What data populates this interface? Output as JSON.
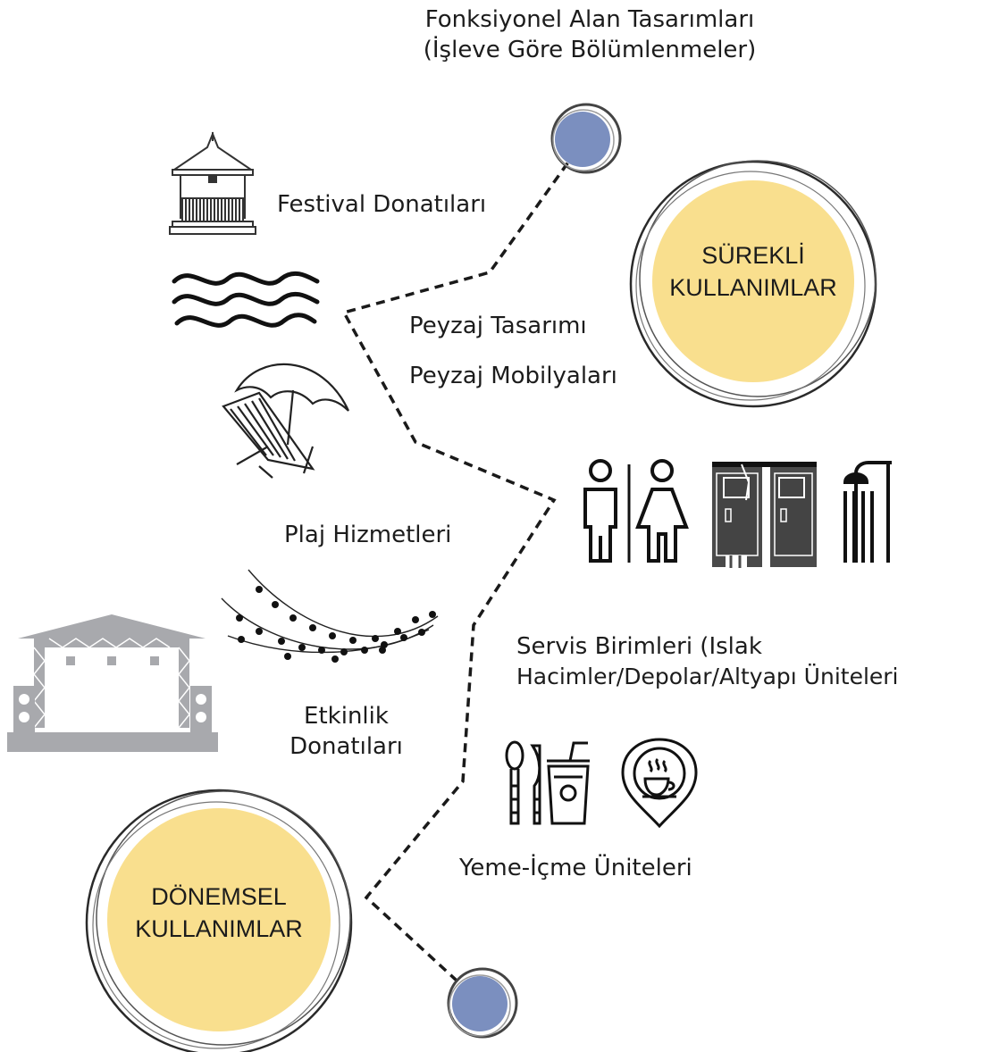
{
  "title": {
    "line1": "Fonksiyonel Alan Tasarımları",
    "line2": "(İşleve Göre Bölümlenmeler)"
  },
  "circles": {
    "continuous": {
      "line1": "SÜREKLİ",
      "line2": "KULLANIMLAR"
    },
    "periodic": {
      "line1": "DÖNEMSEL",
      "line2": "KULLANIMLAR"
    }
  },
  "labels": {
    "festival": "Festival Donatıları",
    "landscape_design": "Peyzaj Tasarımı",
    "landscape_furniture": "Peyzaj Mobilyaları",
    "beach_services": "Plaj Hizmetleri",
    "event_line1": "Etkinlik",
    "event_line2": "Donatıları",
    "service_line1": "Servis Birimleri (Islak",
    "service_line2": "Hacimler/Depolar/Altyapı Üniteleri",
    "food": "Yeme-İçme Üniteleri"
  },
  "icons": [
    "gazebo-icon",
    "waves-icon",
    "beach-chair-umbrella-icon",
    "string-lights-icon",
    "stage-icon",
    "man-icon",
    "woman-icon",
    "changing-cabin-icon",
    "shower-icon",
    "cutlery-drink-icon",
    "coffee-location-icon"
  ],
  "colors": {
    "yellow": "#f9df8e",
    "blue_node": "#7b8fbf",
    "stage_gray": "#a8a9ad",
    "icon_dark": "#1a1a1a"
  }
}
